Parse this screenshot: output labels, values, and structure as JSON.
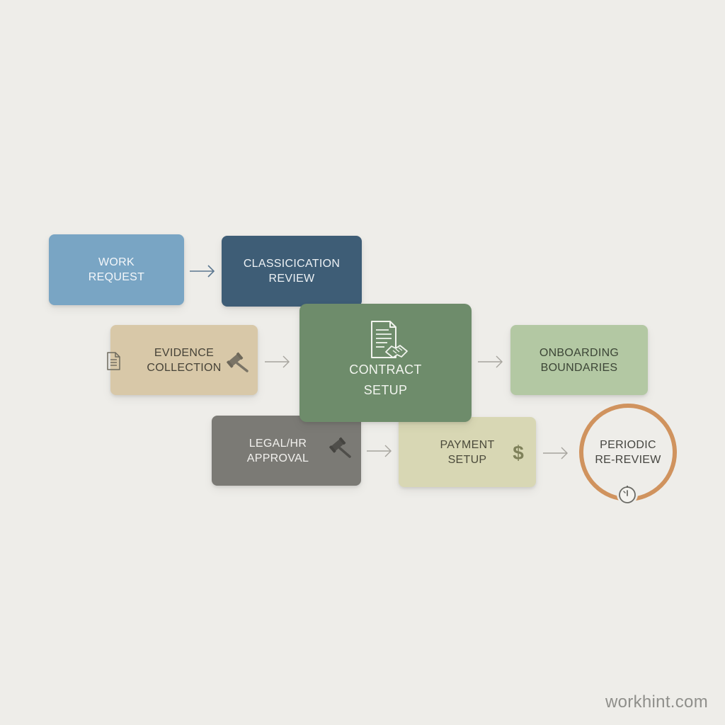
{
  "nodes": {
    "work_request": {
      "line1": "WORK",
      "line2": "REQUEST"
    },
    "classification_review": {
      "line1": "CLASSICICATION",
      "line2": "REVIEW"
    },
    "evidence_collection": {
      "line1": "EVIDENCE",
      "line2": "COLLECTION"
    },
    "contract_setup": {
      "line1": "CONTRACT",
      "line2": "SETUP"
    },
    "onboarding_boundaries": {
      "line1": "ONBOARDING",
      "line2": "BOUNDARIES"
    },
    "legal_hr_approval": {
      "line1": "LEGAL/HR",
      "line2": "APPROVAL"
    },
    "payment_setup": {
      "line1": "PAYMENT",
      "line2": "SETUP"
    },
    "periodic_review": {
      "line1": "PERIODIC",
      "line2": "RE-REVIEW"
    }
  },
  "icons": {
    "evidence_left": "document-icon",
    "evidence_right": "gavel-icon",
    "contract": "contract-handshake-icon",
    "legal": "gavel-icon",
    "payment": "dollar-icon",
    "periodic": "timer-icon"
  },
  "dollar_symbol": "$",
  "colors": {
    "background": "#eeede9",
    "work_request": "#79a5c4",
    "classification_review": "#3e5d76",
    "evidence_collection": "#d8c8a8",
    "contract_setup": "#6e8c6b",
    "onboarding_boundaries": "#b3c8a3",
    "legal_hr_approval": "#7b7a75",
    "payment_setup": "#d8d7b4",
    "periodic_ring": "#d0935e"
  },
  "watermark": "workhint.com"
}
